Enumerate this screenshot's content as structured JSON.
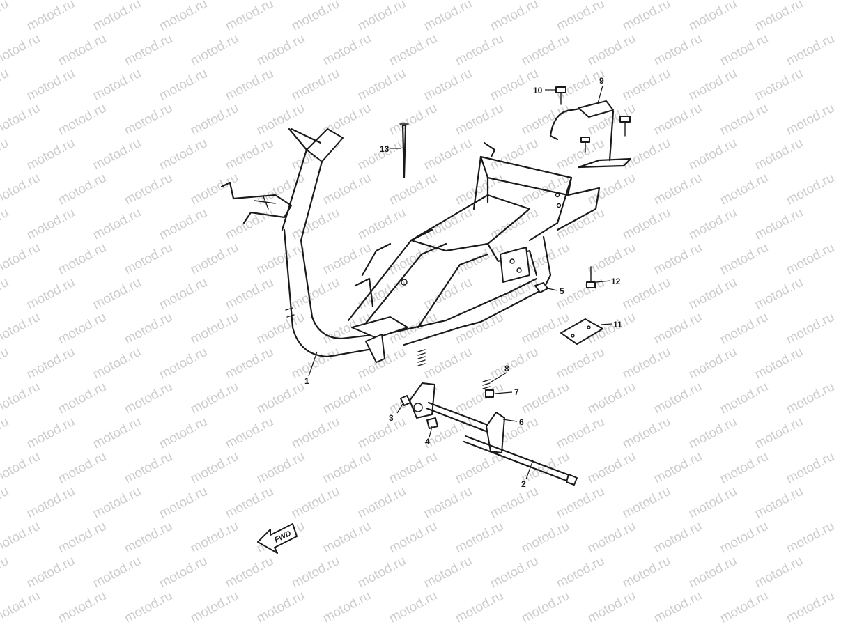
{
  "watermark": {
    "text": "motod.ru"
  },
  "fwd_label": "FWD",
  "callouts": {
    "c1": "1",
    "c2": "2",
    "c3": "3",
    "c4": "4",
    "c5": "5",
    "c6": "6",
    "c7": "7",
    "c8": "8",
    "c9": "9",
    "c10": "10",
    "c11": "11",
    "c12": "12",
    "c13": "13"
  },
  "colors": {
    "ink": "#1a1a1a",
    "watermark": "#cdcdcd",
    "background": "#ffffff"
  }
}
